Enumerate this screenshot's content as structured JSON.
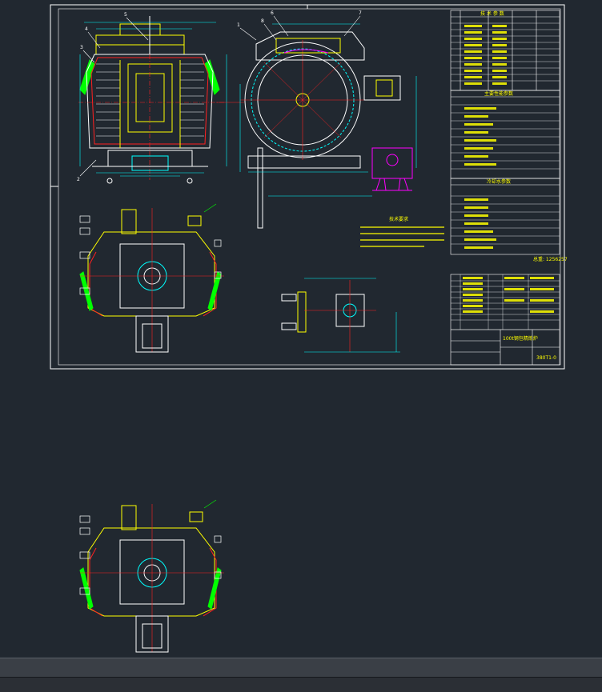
{
  "colors": {
    "background": "#212830",
    "frame": "#ffffff",
    "yellow": "#ffff00",
    "red": "#ff2020",
    "cyan": "#00ffff",
    "green": "#00ff00",
    "magenta": "#ff00ff",
    "white": "#ffffff"
  },
  "drawing": {
    "title_block_drawing_no": "380T1-0",
    "title_block_name": "100t钢包精炼炉",
    "notes_title": "技术要求",
    "parts_table_title": "技 术 参 数",
    "mid_table_title": "主要性能参数",
    "lower_table_title": "冷却水参数",
    "weight_label": "总重: 1256257",
    "leader_numbers": [
      "5",
      "4",
      "3",
      "2",
      "1",
      "6",
      "7",
      "8"
    ]
  }
}
